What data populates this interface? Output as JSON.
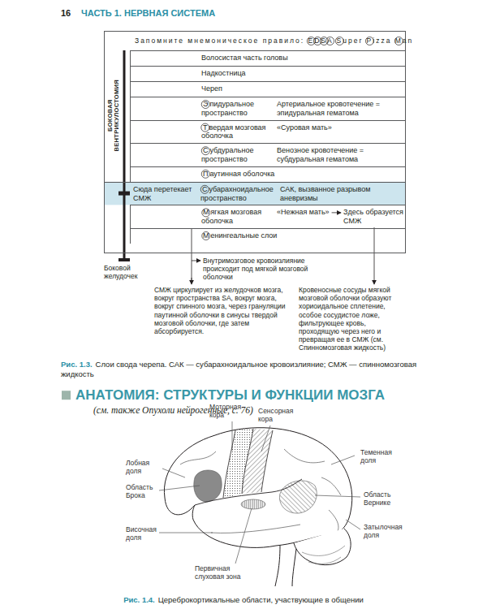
{
  "diagram": {
    "nodes": [
      {
        "text": [
          "Запомните мнемоническое правило: EDSA Super Pizza Man"
        ]
      },
      {
        "text": [
          "Волосистая часть головы"
        ],
        "in": 0
      },
      {
        "text": [
          "Надкостница"
        ],
        "in": 0
      },
      {
        "text": [
          "Череп"
        ],
        "in": 0
      },
      {
        "text": [
          "Эпидуральное пространство",
          "Артериальное кровотечение = эпидуральная гематома"
        ],
        "in": 0
      },
      {
        "text": [
          "Твердая мозговая оболочка",
          "«Суровая мать»"
        ],
        "in": 0
      },
      {
        "text": [
          "Субдуральное пространство",
          "Венозное кровотечение = субдуральная гематома"
        ],
        "in": 0
      },
      {
        "text": [
          "Паутинная оболочка"
        ],
        "in": 0
      },
      {
        "text": [
          "Сюда перетекает СМЖ",
          "Субарахноидальное пространство",
          "САК, вызванное разрывом аневризмы"
        ],
        "in": 0
      },
      {
        "text": [
          "Мягкая мозговая оболочка",
          "«Нежная мать»",
          "Здесь образуется СМЖ"
        ],
        "in": 0
      },
      {
        "text": [
          "Менингеальные слои"
        ],
        "in": 0
      }
    ],
    "labels": [
      "16",
      "ЧАСТЬ 1. НЕРВНАЯ СИСТЕМА",
      "БОКОВАЯ ВЕНТРИКУЛОСТОМИЯ",
      "Боковой желудочек",
      "Внутримозговое кровоизлияние происходит под мягкой мозговой оболочки",
      "СМЖ циркулирует из желудочков мозга, вокруг пространства SA, вокруг мозга, вокруг спинного мозга, через грануляции паутинной оболочки в синусы твердой мозговой оболочки, где затем абсорбируется.",
      "Кровеносные сосуды мягкой мозговой оболочки образуют хориоидальное сплетение, особое сосудистое ложе, фильтрующее кровь, проходящую через него и превращая ее в СМЖ (см. Спинномозговая жидкость)",
      "Рис. 1.3.",
      "Слои свода черепа. САК — субарахноидальное кровоизлияние; СМЖ — спинномозговая жидкость",
      "АНАТОМИЯ: СТРУКТУРЫ И ФУНКЦИИ МОЗГА",
      "(см. также Опухоли нейрогенные, с. 76)",
      "Моторная кора",
      "Сенсорная кора",
      "Лобная доля",
      "Теменная доля",
      "Область Брока",
      "Область Вернике",
      "Затылочная доля",
      "Височная доля",
      "Первичная слуховая зона",
      "Рис. 1.4.",
      "Цереброкортикальные области, участвующие в общении"
    ]
  }
}
